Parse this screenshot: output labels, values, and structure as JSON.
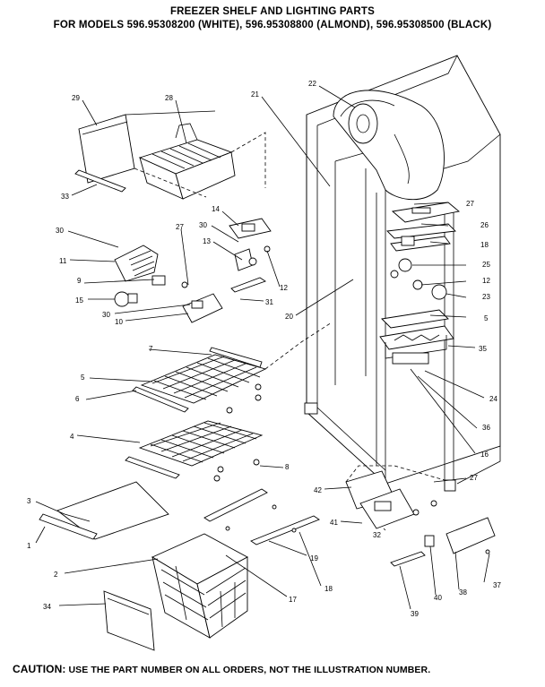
{
  "header": {
    "line1": "FREEZER SHELF AND LIGHTING PARTS",
    "line2": "FOR MODELS 596.95308200 (WHITE), 596.95308800 (ALMOND), 596.95308500 (BLACK)"
  },
  "caution": {
    "label": "CAUTION:",
    "text": "USE THE PART NUMBER ON ALL ORDERS, NOT THE ILLUSTRATION NUMBER."
  },
  "callouts": {
    "c29": "29",
    "c28": "28",
    "c33": "33",
    "c21": "21",
    "c22": "22",
    "c14": "14",
    "c30a": "30",
    "c13": "13",
    "c12a": "12",
    "c30b": "30",
    "c27a": "27",
    "c11": "11",
    "c9": "9",
    "c15": "15",
    "c30c": "30",
    "c10": "10",
    "c31": "31",
    "c20": "20",
    "c27b": "27",
    "c26": "26",
    "c18": "18",
    "c25": "25",
    "c12b": "12",
    "c23": "23",
    "c5a": "5",
    "c7": "7",
    "c5b": "5",
    "c6": "6",
    "c35": "35",
    "c24": "24",
    "c36": "36",
    "c16": "16",
    "c4": "4",
    "c8": "8",
    "c42": "42",
    "c27c": "27",
    "c41": "41",
    "c32": "32",
    "c3": "3",
    "c1": "1",
    "c2": "2",
    "c19": "19",
    "c18b": "18",
    "c34": "34",
    "c17": "17",
    "c37": "37",
    "c38": "38",
    "c40": "40",
    "c39": "39"
  }
}
